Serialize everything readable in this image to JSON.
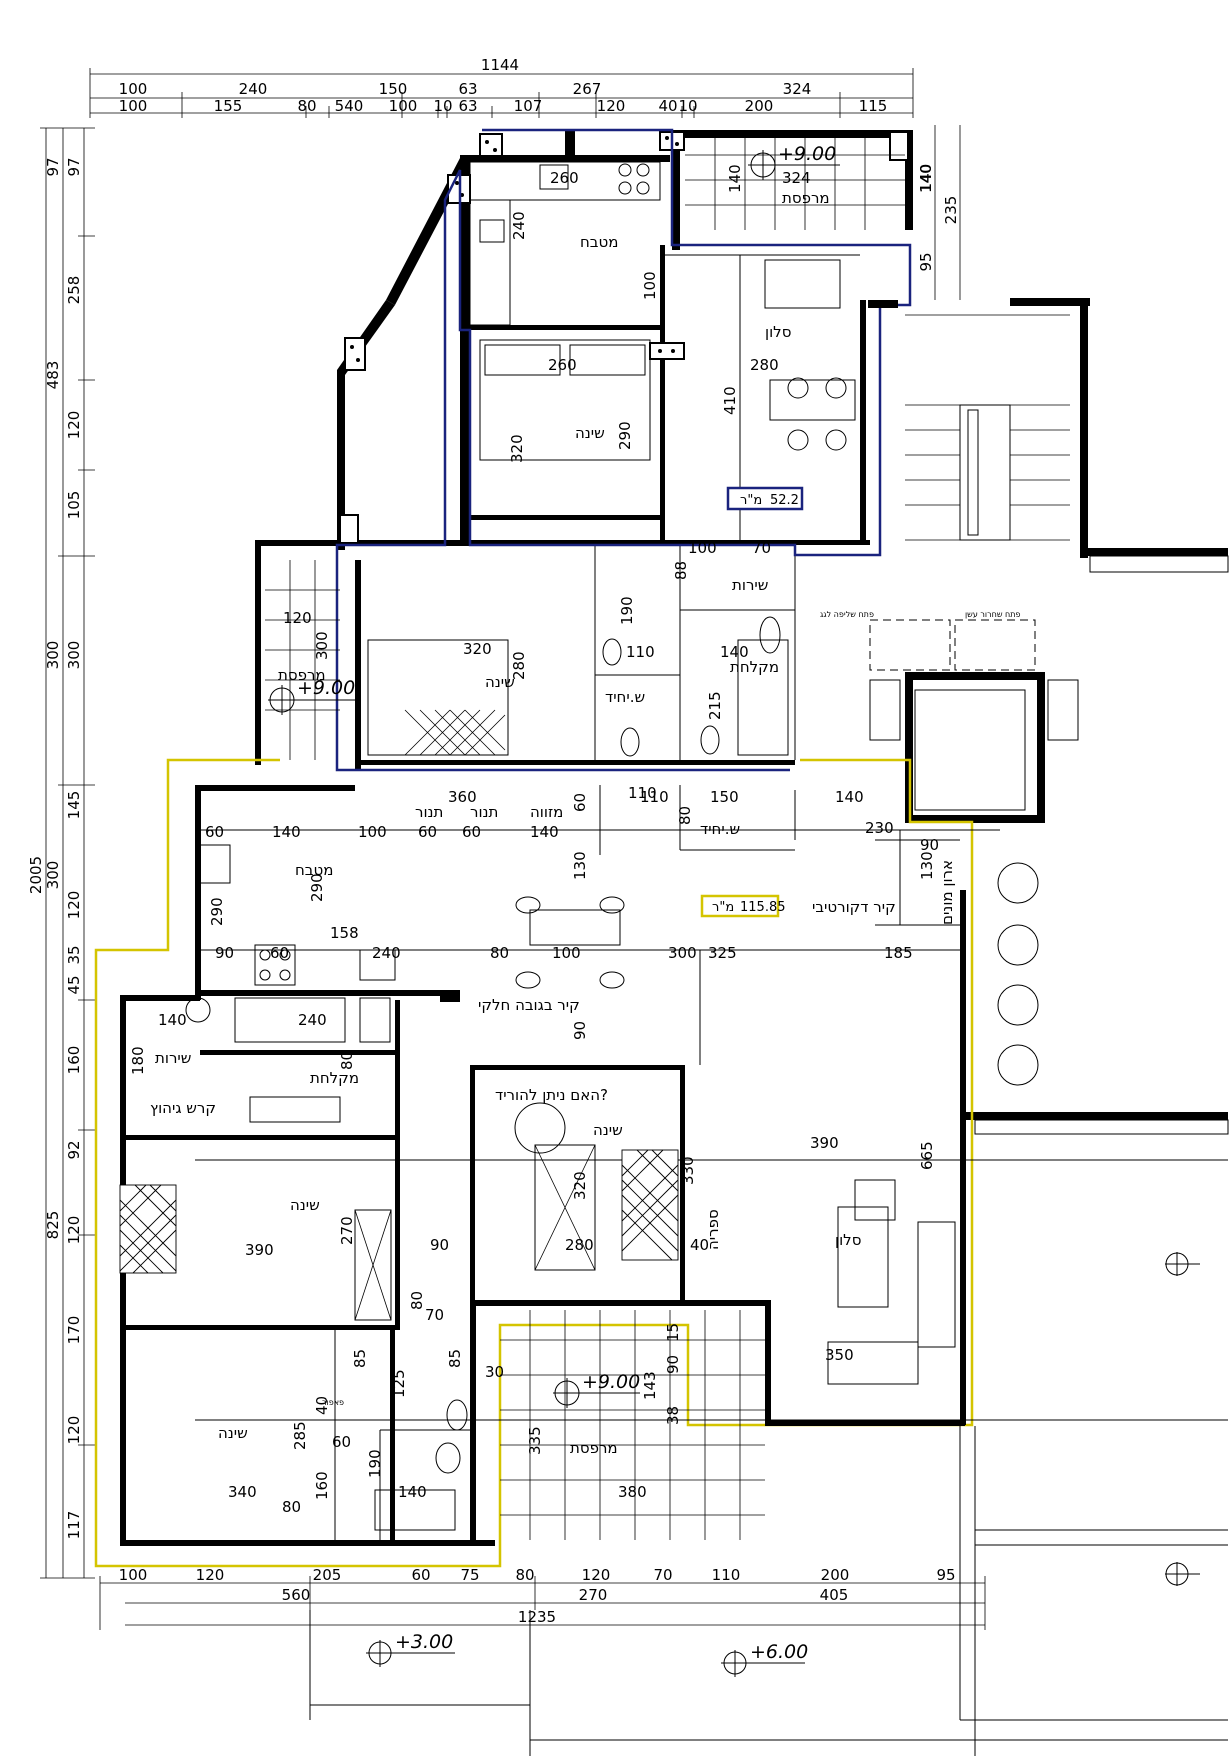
{
  "top_dims": {
    "total": "1144",
    "row1": [
      "100",
      "240",
      "150",
      "63",
      "267",
      "324"
    ],
    "row2": [
      "100",
      "155",
      "80",
      "540",
      "100",
      "10",
      "63",
      "107",
      "120",
      "40",
      "10",
      "200",
      "115"
    ]
  },
  "left_dims": {
    "outer_top": [
      "97",
      "483",
      "300"
    ],
    "total": "2005",
    "mid_top": [
      "300",
      "825"
    ],
    "inner": [
      "97",
      "258",
      "120",
      "105",
      "300",
      "145",
      "120",
      "45",
      "35",
      "160",
      "92",
      "120",
      "170",
      "120",
      "117"
    ]
  },
  "bottom_dims": {
    "row1": [
      "100",
      "120",
      "205",
      "60",
      "75",
      "80",
      "120",
      "70",
      "110",
      "200",
      "95"
    ],
    "row2": [
      "560",
      "270",
      "405"
    ],
    "total": "1235"
  },
  "right_dims": [
    "140",
    "235",
    "95"
  ],
  "levels": {
    "top_balcony": "+9.00",
    "left_balcony": "+9.00",
    "bottom_balcony": "+9.00",
    "ground_left": "+3.00",
    "ground_right": "+6.00"
  },
  "upper_unit": {
    "area": "52.2",
    "area_unit": "מ\"ר",
    "rooms": {
      "kitchen": "מטבח",
      "living": "סלון",
      "balcony": "מרפסת",
      "bedroom": "שינה",
      "bedroom2": "שינה",
      "services": "שירות",
      "toilet": "ש.יחיד",
      "shower": "מקלחת",
      "balcony_left": "מרפסת"
    },
    "dims": [
      "260",
      "240",
      "100",
      "324",
      "140",
      "140",
      "260",
      "280",
      "410",
      "320",
      "290",
      "100",
      "70",
      "88",
      "190",
      "110",
      "140",
      "215",
      "320",
      "280",
      "120",
      "300",
      "110"
    ]
  },
  "lower_unit": {
    "area": "115.85",
    "area_unit": "מ\"ר",
    "rooms": {
      "kitchen": "מטבח",
      "oven": "תנור",
      "oven2": "תנור",
      "buffet": "מזווה",
      "toilet": "ש.יחיד",
      "services": "שירות",
      "shower": "מקלחת",
      "laundry": "קרש גיהוץ",
      "bedroom_a": "שינה",
      "bedroom_b": "שינה",
      "bedroom_c": "שינה",
      "living": "סלון",
      "balcony": "מרפסת",
      "library": "ספריה",
      "partial_wall": "קיר בגובה חלקי",
      "deco_wall": "קיר דקורטיבי",
      "meters": "ארון מונים",
      "question": "האם ניתן להוריד?",
      "storage": "פאפור"
    },
    "dims": [
      "360",
      "100",
      "60",
      "60",
      "140",
      "60",
      "110",
      "150",
      "80",
      "140",
      "230",
      "90",
      "130",
      "60",
      "140",
      "290",
      "290",
      "130",
      "158",
      "90",
      "60",
      "240",
      "80",
      "100",
      "300",
      "325",
      "185",
      "140",
      "240",
      "180",
      "80",
      "90",
      "390",
      "665",
      "320",
      "330",
      "390",
      "270",
      "90",
      "280",
      "40",
      "80",
      "70",
      "85",
      "125",
      "85",
      "30",
      "90",
      "143",
      "38",
      "15",
      "350",
      "40",
      "60",
      "285",
      "190",
      "160",
      "340",
      "80",
      "140",
      "335",
      "380"
    ]
  },
  "elevator_labels": {
    "left": "פתח שליפה לגג",
    "right": "פתח שחרור עשן"
  }
}
